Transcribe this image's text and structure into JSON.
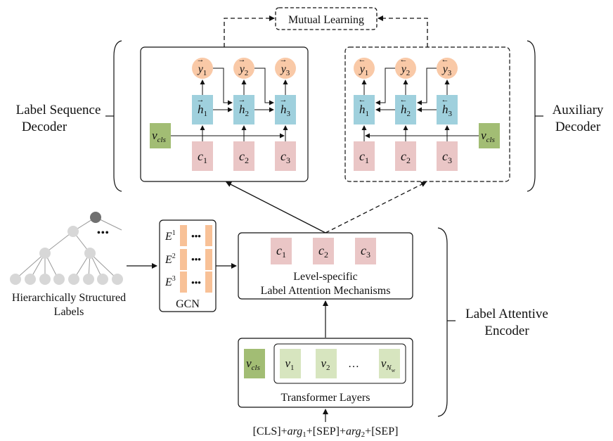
{
  "title_top": "Mutual Learning",
  "left_label": {
    "line1": "Label Sequence",
    "line2": "Decoder"
  },
  "right_label": {
    "line1": "Auxiliary",
    "line2": "Decoder"
  },
  "encoder_label": {
    "line1": "Label Attentive",
    "line2": "Encoder"
  },
  "tree_label": {
    "line1": "Hierarchically Structured",
    "line2": "Labels"
  },
  "tree_ellipsis": "•••",
  "gcn": {
    "label": "GCN",
    "rows": [
      "E",
      "E",
      "E"
    ],
    "sups": [
      "1",
      "2",
      "3"
    ],
    "dots": "•••"
  },
  "lam": {
    "line1": "Level-specific",
    "line2": "Label Attention Mechanisms",
    "c_letter": "c",
    "c_subs": [
      "1",
      "2",
      "3"
    ]
  },
  "transformer": {
    "label": "Transformer Layers",
    "v_letter": "v",
    "cls_sub": "cls",
    "v_subs": [
      "1",
      "2"
    ],
    "ellipsis": "…",
    "last_sub": "N",
    "last_subsub": "w"
  },
  "input_line": {
    "p1": "[CLS]+",
    "arg": "arg",
    "s1": "1",
    "p2": "+[SEP]+",
    "s2": "2",
    "p3": "+[SEP]"
  },
  "decoder": {
    "y": "y",
    "h": "h",
    "c": "c",
    "v": "v",
    "cls": "cls",
    "subs": [
      "1",
      "2",
      "3"
    ]
  },
  "colors": {
    "peach": "#f9c9a7",
    "blue": "#9fd0dd",
    "pink": "#eac6c6",
    "green": "#a2bd74",
    "light_green": "#d7e5bf",
    "gcn_bar": "#f8c197",
    "gray_node": "#d7d7d7",
    "dark_node": "#707070"
  }
}
